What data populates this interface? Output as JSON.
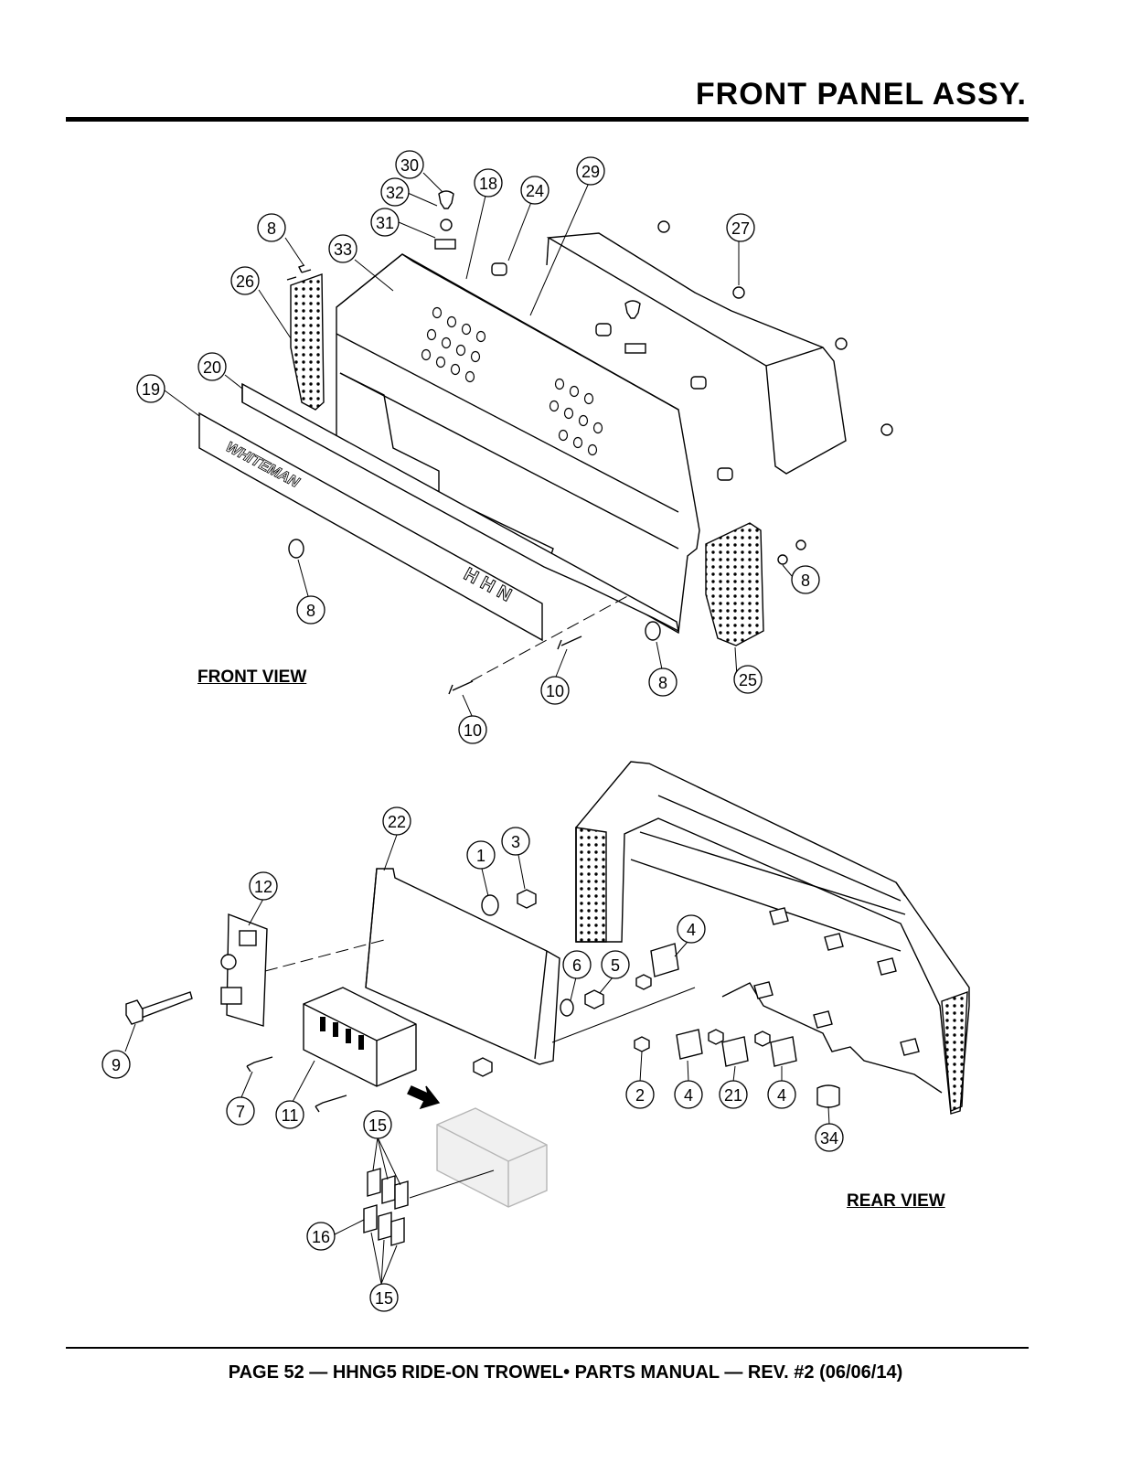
{
  "page": {
    "title": "FRONT PANEL ASSY.",
    "footer": "PAGE 52 — HHNG5 RIDE-ON TROWEL• PARTS MANUAL — REV. #2 (06/06/14)"
  },
  "views": {
    "front_label": "FRONT VIEW",
    "rear_label": "REAR VIEW"
  },
  "panel_text": {
    "logo": "WHITEMAN",
    "model": "HHN"
  },
  "front_callouts": [
    {
      "n": "30"
    },
    {
      "n": "32"
    },
    {
      "n": "31"
    },
    {
      "n": "18"
    },
    {
      "n": "24"
    },
    {
      "n": "29"
    },
    {
      "n": "8"
    },
    {
      "n": "33"
    },
    {
      "n": "27"
    },
    {
      "n": "26"
    },
    {
      "n": "20"
    },
    {
      "n": "19"
    },
    {
      "n": "8"
    },
    {
      "n": "8"
    },
    {
      "n": "10"
    },
    {
      "n": "8"
    },
    {
      "n": "25"
    },
    {
      "n": "10"
    }
  ],
  "rear_callouts": [
    {
      "n": "22"
    },
    {
      "n": "1"
    },
    {
      "n": "3"
    },
    {
      "n": "12"
    },
    {
      "n": "4"
    },
    {
      "n": "6"
    },
    {
      "n": "5"
    },
    {
      "n": "9"
    },
    {
      "n": "7"
    },
    {
      "n": "11"
    },
    {
      "n": "2"
    },
    {
      "n": "4"
    },
    {
      "n": "21"
    },
    {
      "n": "4"
    },
    {
      "n": "15"
    },
    {
      "n": "34"
    },
    {
      "n": "16"
    },
    {
      "n": "15"
    }
  ]
}
